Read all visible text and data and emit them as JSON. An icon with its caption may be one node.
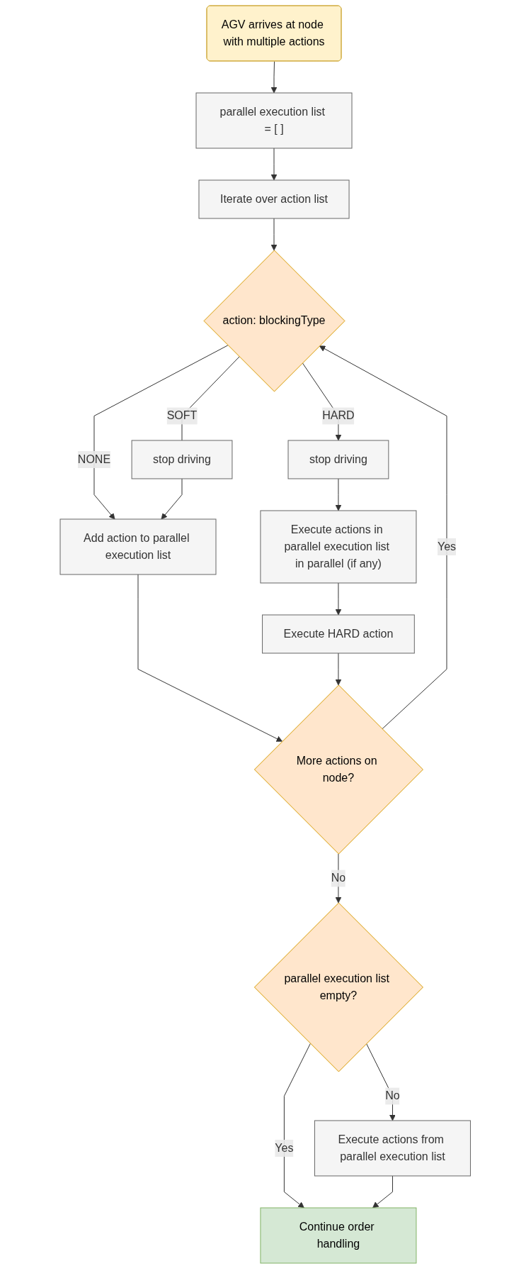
{
  "diagram": {
    "nodes": [
      {
        "text": [
          "AGV arrives at node with multiple actions"
        ]
      },
      {
        "text": [
          "parallel execution list = [ ]"
        ]
      },
      {
        "text": [
          "Iterate over action list"
        ]
      },
      {
        "text": [
          "action: blockingType"
        ]
      },
      {
        "text": [
          "stop driving"
        ]
      },
      {
        "text": [
          "stop driving"
        ]
      },
      {
        "text": [
          "Execute actions in parallel execution list in parallel (if any)"
        ]
      },
      {
        "text": [
          "Add action to parallel execution list"
        ]
      },
      {
        "text": [
          "Execute HARD action"
        ]
      },
      {
        "text": [
          "More actions on node?"
        ]
      },
      {
        "text": [
          "parallel execution list empty?"
        ]
      },
      {
        "text": [
          "Execute actions from parallel execution list"
        ]
      },
      {
        "text": [
          "Continue order handling"
        ]
      }
    ],
    "edges": [
      {
        "from": 0,
        "to": 1,
        "arrow": "to"
      },
      {
        "from": 1,
        "to": 2,
        "arrow": "to"
      },
      {
        "from": 2,
        "to": 3,
        "arrow": "to"
      },
      {
        "from": 3,
        "to": 4,
        "arrow": "to",
        "label": "HARD"
      },
      {
        "from": 3,
        "to": 5,
        "arrow": "none",
        "label": "SOFT"
      },
      {
        "from": 3,
        "to": 7,
        "arrow": "to",
        "label": "NONE"
      },
      {
        "from": 4,
        "to": 6,
        "arrow": "to"
      },
      {
        "from": 5,
        "to": 7,
        "arrow": "to"
      },
      {
        "from": 6,
        "to": 8,
        "arrow": "to"
      },
      {
        "from": 7,
        "to": 9,
        "arrow": "to"
      },
      {
        "from": 8,
        "to": 9,
        "arrow": "to"
      },
      {
        "from": 9,
        "to": 3,
        "arrow": "to",
        "label": "Yes"
      },
      {
        "from": 9,
        "to": 10,
        "arrow": "to",
        "label": "No"
      },
      {
        "from": 10,
        "to": 12,
        "arrow": "to",
        "label": "Yes"
      },
      {
        "from": 10,
        "to": 11,
        "arrow": "to",
        "label": "No"
      },
      {
        "from": 11,
        "to": 12,
        "arrow": "to"
      }
    ]
  }
}
